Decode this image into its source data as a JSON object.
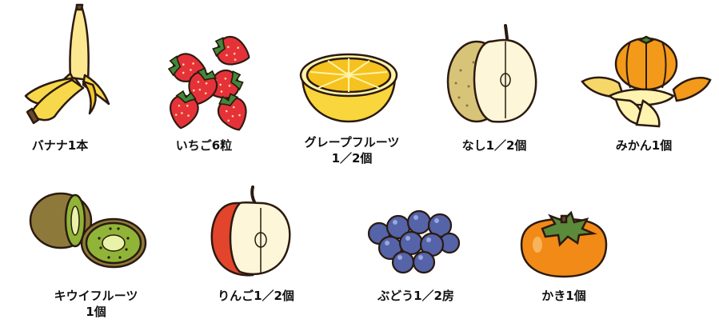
{
  "fruits": [
    {
      "id": "banana",
      "line1": "バナナ1本",
      "line2": ""
    },
    {
      "id": "strawberry",
      "line1": "いちご6粒",
      "line2": ""
    },
    {
      "id": "grapefruit",
      "line1": "グレープフルーツ",
      "line2": "1／2個"
    },
    {
      "id": "pear",
      "line1": "なし1／2個",
      "line2": ""
    },
    {
      "id": "mandarin",
      "line1": "みかん1個",
      "line2": ""
    },
    {
      "id": "kiwi",
      "line1": "キウイフルーツ",
      "line2": "1個"
    },
    {
      "id": "apple",
      "line1": "りんご1／2個",
      "line2": ""
    },
    {
      "id": "grape",
      "line1": "ぶどう1／2房",
      "line2": ""
    },
    {
      "id": "persimmon",
      "line1": "かき1個",
      "line2": ""
    }
  ],
  "colors": {
    "outline": "#2b1a10",
    "banana": "#f7d84a",
    "strawberry": "#e5323a",
    "grapefruit": "#f8d63c",
    "pear": "#d8c478",
    "mandarin": "#f39a1a",
    "kiwi": "#8fb437",
    "apple": "#e2452b",
    "grape": "#5563a8",
    "persimmon": "#f28a18"
  },
  "icons": [
    "banana-icon",
    "strawberry-icon",
    "grapefruit-icon",
    "pear-icon",
    "mandarin-icon",
    "kiwi-icon",
    "apple-icon",
    "grape-icon",
    "persimmon-icon"
  ]
}
